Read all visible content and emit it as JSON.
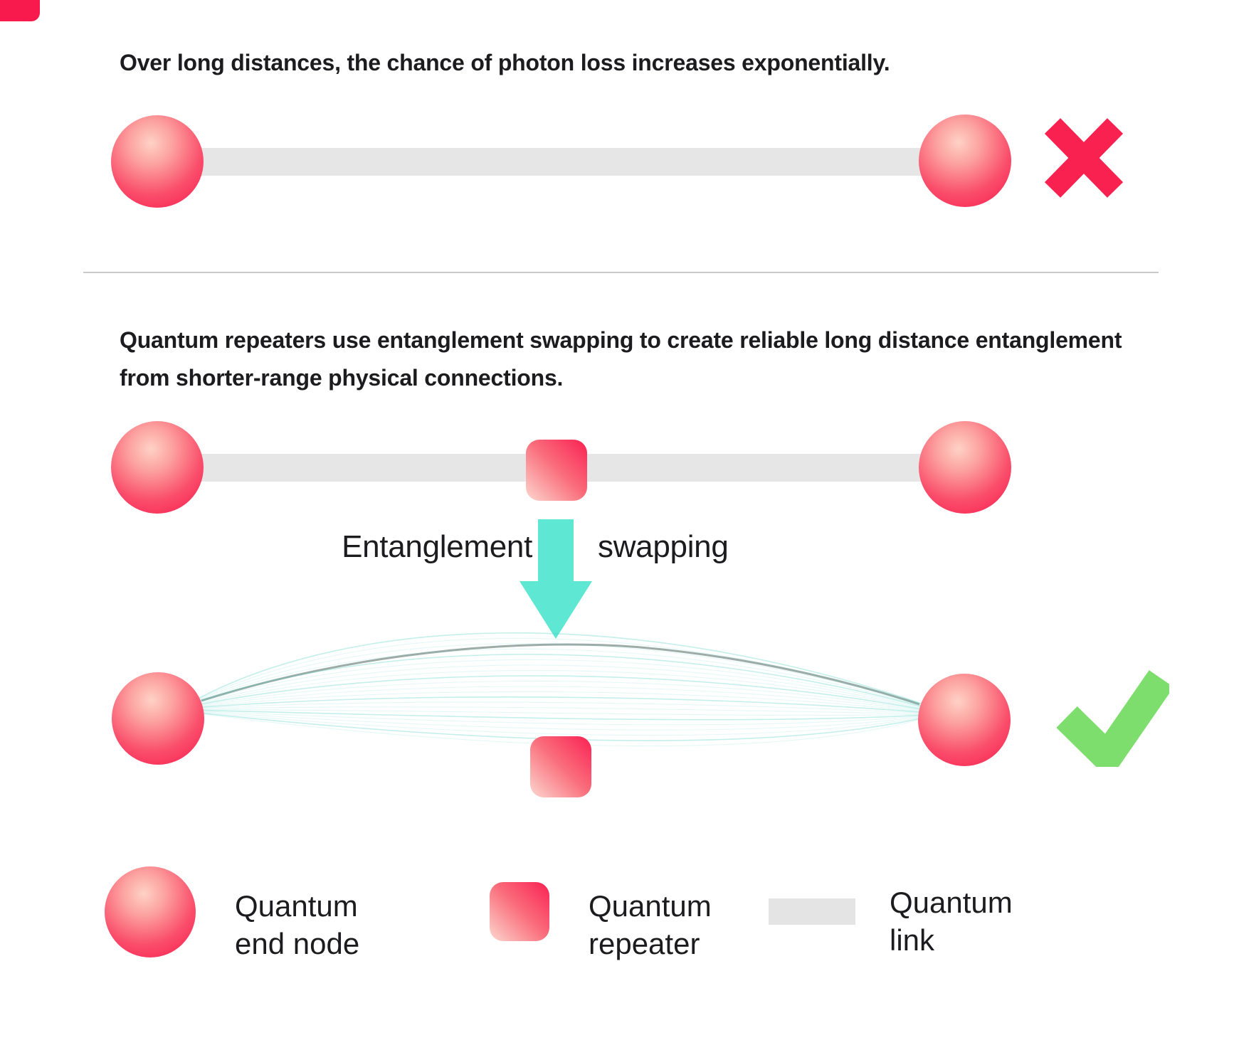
{
  "palette": {
    "node_crimson": "#f8194c",
    "node_highlight": "#fed2c6",
    "repeater_gradient_dark": "#f92154",
    "repeater_gradient_light": "#fcd7cf",
    "link_gray": "#e7e6e6",
    "cross_red": "#f8214f",
    "arrow_teal": "#5ee7d3",
    "check_green": "#7dde6d",
    "wave_teal": "#48ccbe",
    "wave_dark": "#93a39f",
    "text": "#1c1c1e",
    "divider": "#c9c9c9"
  },
  "section_top": {
    "caption": {
      "lines": [
        "Over long distances, the chance of photon loss increases exponentially."
      ]
    },
    "result_icon": "cross"
  },
  "section_bottom": {
    "caption": {
      "lines": [
        "Quantum repeaters use entanglement swapping to create reliable long distance entanglement",
        "from shorter-range physical connections."
      ]
    },
    "swap_label_left": "Entanglement",
    "swap_label_right": "swapping",
    "result_icon": "check"
  },
  "legend": {
    "items": [
      {
        "symbol": "end-node",
        "line1": "Quantum",
        "line2": "end node"
      },
      {
        "symbol": "repeater",
        "line1": "Quantum",
        "line2": "repeater"
      },
      {
        "symbol": "link",
        "line1": "Quantum",
        "line2": "link"
      }
    ]
  }
}
